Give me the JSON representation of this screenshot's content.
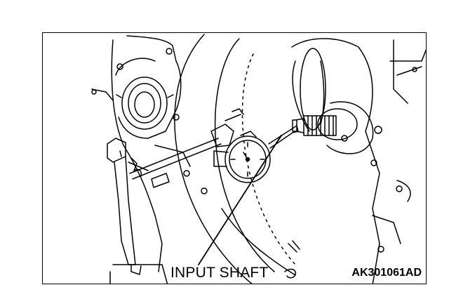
{
  "figure": {
    "callout_label": "INPUT SHAFT",
    "figure_code": "AK301061AD",
    "ink_color": "#000000",
    "paper_color": "#ffffff"
  },
  "parts": [
    "dial-indicator",
    "magnetic-base-stand",
    "transaxle-case",
    "input-shaft-splines"
  ]
}
